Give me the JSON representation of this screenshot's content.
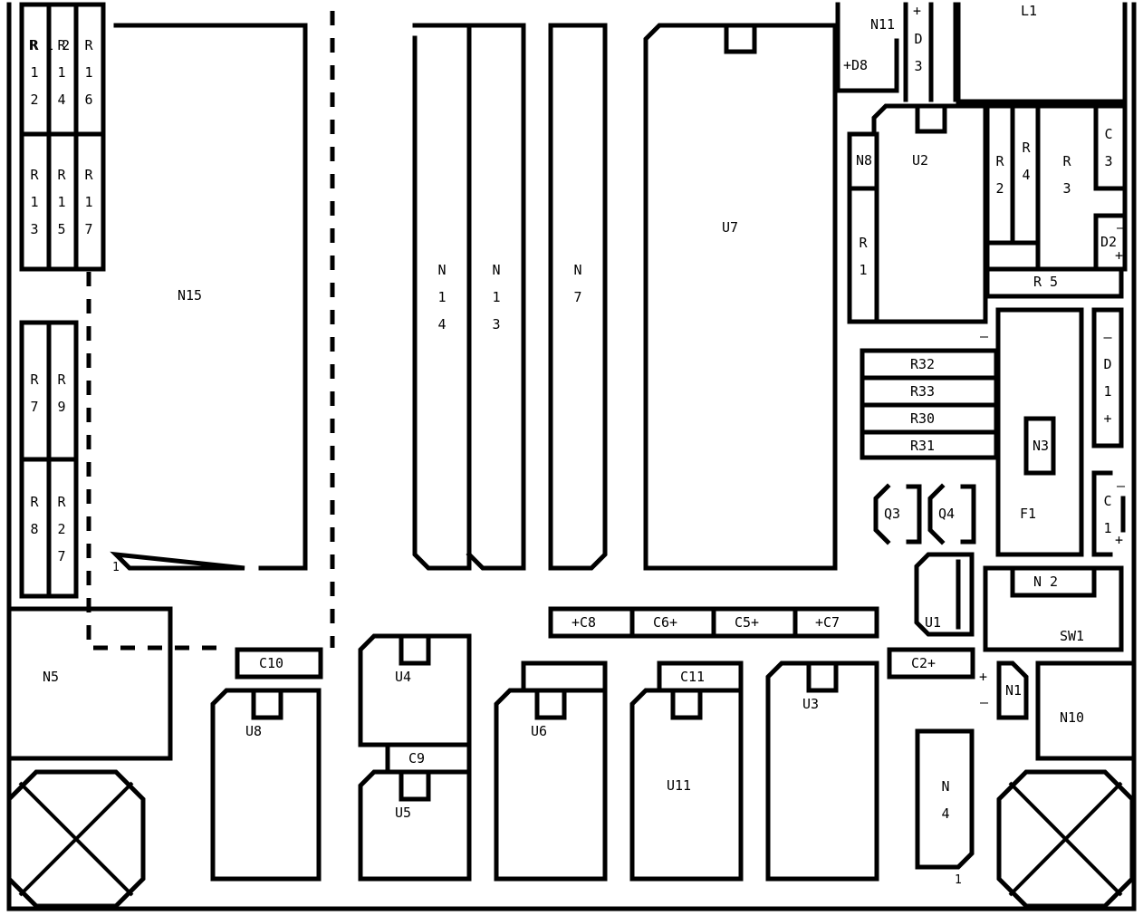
{
  "labels": {
    "R12": "R 1 2",
    "R14": "R 1 4",
    "R16": "R 1 6",
    "R13": "R 1 3",
    "R15": "R 1 5",
    "R17": "R 1 7",
    "R7": "R 7",
    "R9": "R 9",
    "R8": "R 8",
    "R27": "R 2 7",
    "N15": "N15",
    "N15pin": "1",
    "N14": "N 1 4",
    "N13": "N 1 3",
    "N7": "N 7",
    "U7": "U7",
    "N11": "N11",
    "D3": "D 3",
    "D3plus": "+",
    "D8": "+D8",
    "L1": "L1",
    "N8": "N8",
    "U2": "U2",
    "R1": "R 1",
    "R2": "R 2",
    "R4": "R 4",
    "R3": "R 3",
    "C3": "C 3",
    "D2": "D2",
    "D2minus": "–",
    "D2plus": "+",
    "R5": "R 5",
    "R32": "R32",
    "R33": "R33",
    "R30": "R30",
    "R31": "R31",
    "minusMark": "–",
    "N3": "N3",
    "F1": "F1",
    "D1": "– D 1 +",
    "C1": "C 1",
    "C1minus": "–",
    "C1plus": "+",
    "Q3": "Q3",
    "Q4": "Q4",
    "U1": "U1",
    "N2": "N 2",
    "SW1": "SW1",
    "C8": "+C8",
    "C6": "C6+",
    "C5": "C5+",
    "C7": "+C7",
    "C2": "C2+",
    "N1": "N1",
    "N1plus": "+",
    "N1minus": "–",
    "N10": "N10",
    "N4": "N 4",
    "N4pin": "1",
    "N5": "N5",
    "C10": "C10",
    "U8": "U8",
    "U4": "U4",
    "C9": "C9",
    "U5": "U5",
    "U6": "U6",
    "C11": "C11",
    "U11": "U11",
    "U3": "U3"
  }
}
